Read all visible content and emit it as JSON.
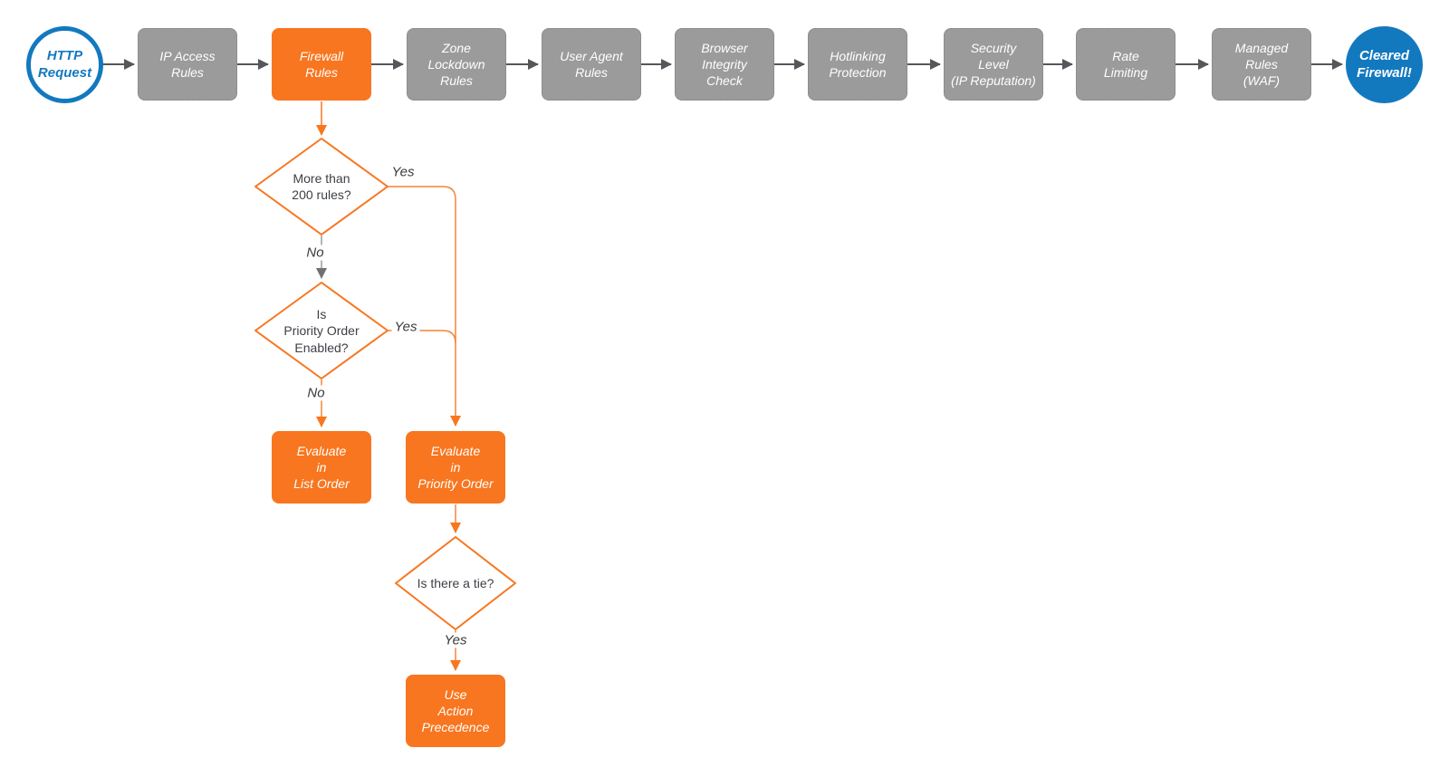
{
  "title": "Firewall request evaluation flowchart",
  "colors": {
    "accent_orange": "#f8761f",
    "node_gray": "#9b9b9b",
    "accent_blue": "#1379bf",
    "connector_dark": "#54575b",
    "connector_gray": "#9b9b9b",
    "canvas": "#ffffff"
  },
  "nodes": {
    "start": "HTTP\nRequest",
    "ip_access": "IP Access\nRules",
    "firewall": "Firewall\nRules",
    "zone_lockdown": "Zone\nLockdown\nRules",
    "user_agent": "User Agent\nRules",
    "browser_integrity": "Browser\nIntegrity\nCheck",
    "hotlinking": "Hotlinking\nProtection",
    "security_level": "Security\nLevel\n(IP Reputation)",
    "rate_limiting": "Rate\nLimiting",
    "managed_rules": "Managed\nRules\n(WAF)",
    "end": "Cleared\nFirewall!"
  },
  "decisions": {
    "rules_count": "More than\n200 rules?",
    "priority_enabled": "Is\nPriority Order\nEnabled?",
    "tie": "Is there a tie?"
  },
  "actions": {
    "evaluate_list": "Evaluate\nin\nList Order",
    "evaluate_priority": "Evaluate\nin\nPriority Order",
    "use_precedence": "Use\nAction\nPrecedence"
  },
  "edge_labels": {
    "rules_count_yes": "Yes",
    "rules_count_no": "No",
    "priority_enabled_yes": "Yes",
    "priority_enabled_no": "No",
    "tie_yes": "Yes"
  }
}
